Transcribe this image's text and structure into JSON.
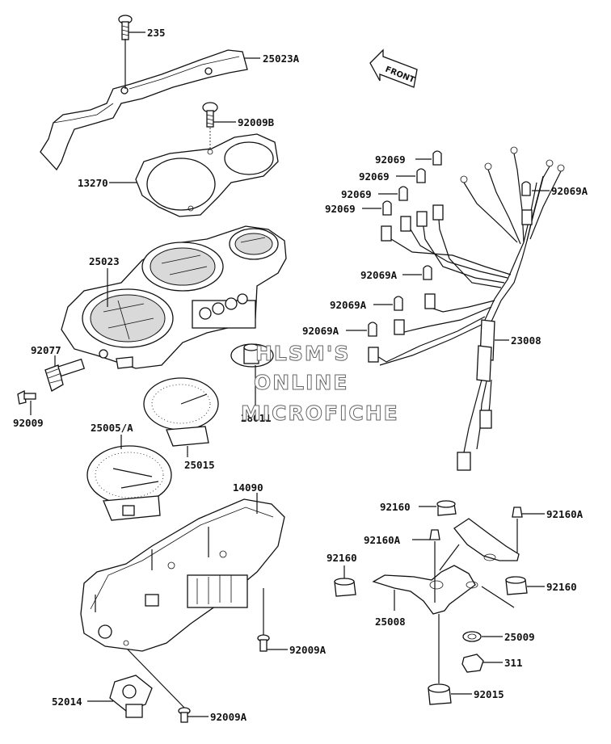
{
  "front_marker": "FRONT",
  "watermark": {
    "line1": "HLSM'S",
    "line2": "ONLINE",
    "line3": "MICROFICHE"
  },
  "part_labels": {
    "p235": "235",
    "p25023A": "25023A",
    "p92009B": "92009B",
    "p13270": "13270",
    "p25023": "25023",
    "p92077": "92077",
    "p92009": "92009",
    "p25005A": "25005/A",
    "p25015": "25015",
    "p28011": "28011",
    "p14090": "14090",
    "p92009A_1": "92009A",
    "p52014": "52014",
    "p92009A_2": "92009A",
    "p92069_1": "92069",
    "p92069_2": "92069",
    "p92069_3": "92069",
    "p92069_4": "92069",
    "p92069A_1": "92069A",
    "p92069A_2": "92069A",
    "p92069A_3": "92069A",
    "p92069A_4": "92069A",
    "p23008": "23008",
    "p92160_1": "92160",
    "p92160A_1": "92160A",
    "p92160A_2": "92160A",
    "p92160_2": "92160",
    "p92160_3": "92160",
    "p25008": "25008",
    "p25009": "25009",
    "p311": "311",
    "p92015": "92015"
  }
}
